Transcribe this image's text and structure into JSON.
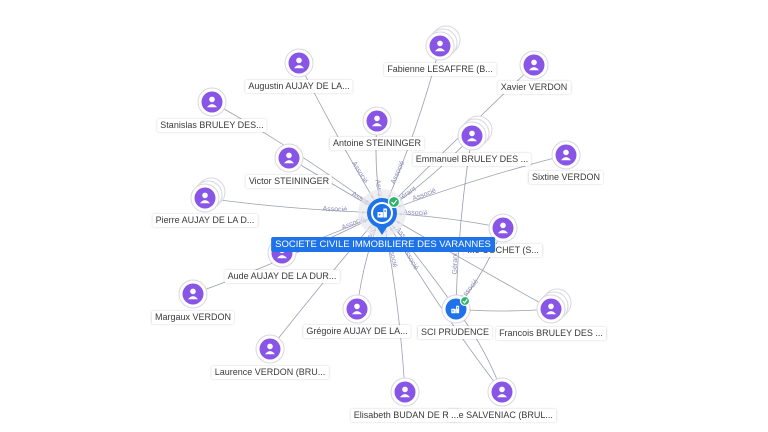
{
  "colors": {
    "person": "#8855e6",
    "company": "#1e73e8",
    "edge": "#8a8fa0",
    "check": "#2db36a"
  },
  "center": {
    "label": "SOCIETE CIVILE IMMOBILIERE DES VARANNES",
    "icon": "building-icon"
  },
  "company2": {
    "label": "SCI PRUDENCE",
    "icon": "building-icon"
  },
  "persons": [
    {
      "id": "augustin",
      "label": "Augustin AUJAY DE LA...",
      "stack": 1
    },
    {
      "id": "fabienne",
      "label": "Fabienne LESAFFRE (B...",
      "stack": 2
    },
    {
      "id": "xavier",
      "label": "Xavier VERDON",
      "stack": 1
    },
    {
      "id": "stanislas",
      "label": "Stanislas BRULEY DES...",
      "stack": 1
    },
    {
      "id": "antoine",
      "label": "Antoine STEININGER",
      "stack": 1
    },
    {
      "id": "emmanuel",
      "label": "Emmanuel BRULEY DES ...",
      "stack": 2
    },
    {
      "id": "sixtine",
      "label": "Sixtine VERDON",
      "stack": 1
    },
    {
      "id": "victor",
      "label": "Victor STEININGER",
      "stack": 1
    },
    {
      "id": "pierre",
      "label": "Pierre AUJAY DE LA D...",
      "stack": 2
    },
    {
      "id": "cochet",
      "label": "...e COCHET (S...",
      "stack": 1
    },
    {
      "id": "aude",
      "label": "Aude AUJAY DE LA DUR...",
      "stack": 1
    },
    {
      "id": "margaux",
      "label": "Margaux VERDON",
      "stack": 1
    },
    {
      "id": "gregoire",
      "label": "Grégoire AUJAY DE LA...",
      "stack": 1
    },
    {
      "id": "francois",
      "label": "Francois BRULEY DES ...",
      "stack": 2
    },
    {
      "id": "laurence",
      "label": "Laurence VERDON (BRU...",
      "stack": 1
    },
    {
      "id": "elisabeth",
      "label": "Elisabeth BUDAN DE R...",
      "stack": 1
    },
    {
      "id": "salveniac",
      "label": "...e SALVENIAC (BRUL...",
      "stack": 1
    }
  ],
  "edges": [
    {
      "from": "augustin",
      "to": "center",
      "label": "Associé"
    },
    {
      "from": "fabienne",
      "to": "center",
      "label": "Associé"
    },
    {
      "from": "xavier",
      "to": "center",
      "label": ""
    },
    {
      "from": "stanislas",
      "to": "center",
      "label": ""
    },
    {
      "from": "antoine",
      "to": "center",
      "label": "Associé"
    },
    {
      "from": "emmanuel",
      "to": "center",
      "label": "Gérant"
    },
    {
      "from": "sixtine",
      "to": "center",
      "label": "Associé"
    },
    {
      "from": "victor",
      "to": "center",
      "label": "Associé"
    },
    {
      "from": "pierre",
      "to": "center",
      "label": "Associé"
    },
    {
      "from": "cochet",
      "to": "center",
      "label": "Associé"
    },
    {
      "from": "aude",
      "to": "center",
      "label": "Associé"
    },
    {
      "from": "margaux",
      "to": "center",
      "label": ""
    },
    {
      "from": "gregoire",
      "to": "center",
      "label": "Associé"
    },
    {
      "from": "francois",
      "to": "center",
      "label": ""
    },
    {
      "from": "laurence",
      "to": "center",
      "label": ""
    },
    {
      "from": "elisabeth",
      "to": "center",
      "label": "Associé"
    },
    {
      "from": "salveniac",
      "to": "center",
      "label": "Associé"
    },
    {
      "from": "company2",
      "to": "center",
      "label": "Associé"
    },
    {
      "from": "emmanuel",
      "to": "company2",
      "label": "Gérant"
    },
    {
      "from": "cochet",
      "to": "company2",
      "label": "Associé"
    },
    {
      "from": "francois",
      "to": "company2",
      "label": ""
    },
    {
      "from": "salveniac",
      "to": "company2",
      "label": ""
    }
  ]
}
